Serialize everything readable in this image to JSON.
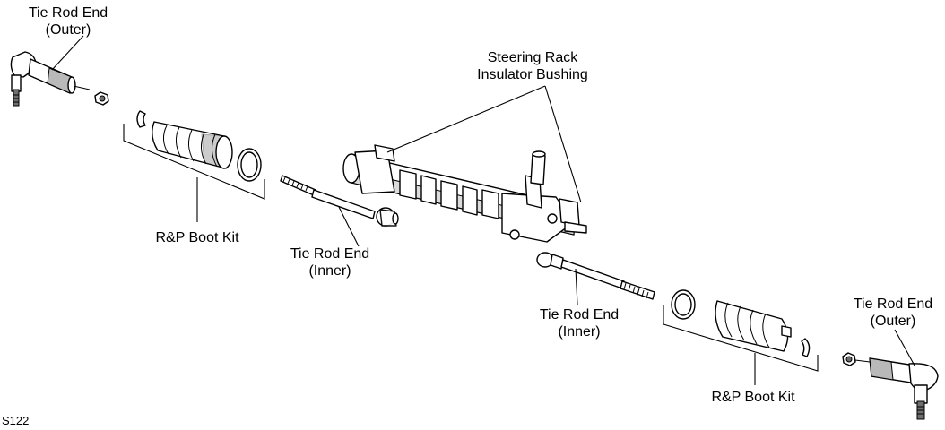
{
  "labels": {
    "outer_left": [
      "Tie Rod End",
      "(Outer)"
    ],
    "inner_left": [
      "Tie Rod End",
      "(Inner)"
    ],
    "boot_left": "R&P Boot Kit",
    "bushing": [
      "Steering Rack",
      "Insulator Bushing"
    ],
    "inner_right": [
      "Tie Rod End",
      "(Inner)"
    ],
    "boot_right": "R&P Boot Kit",
    "outer_right": [
      "Tie Rod End",
      "(Outer)"
    ]
  },
  "figure_code": "S122"
}
